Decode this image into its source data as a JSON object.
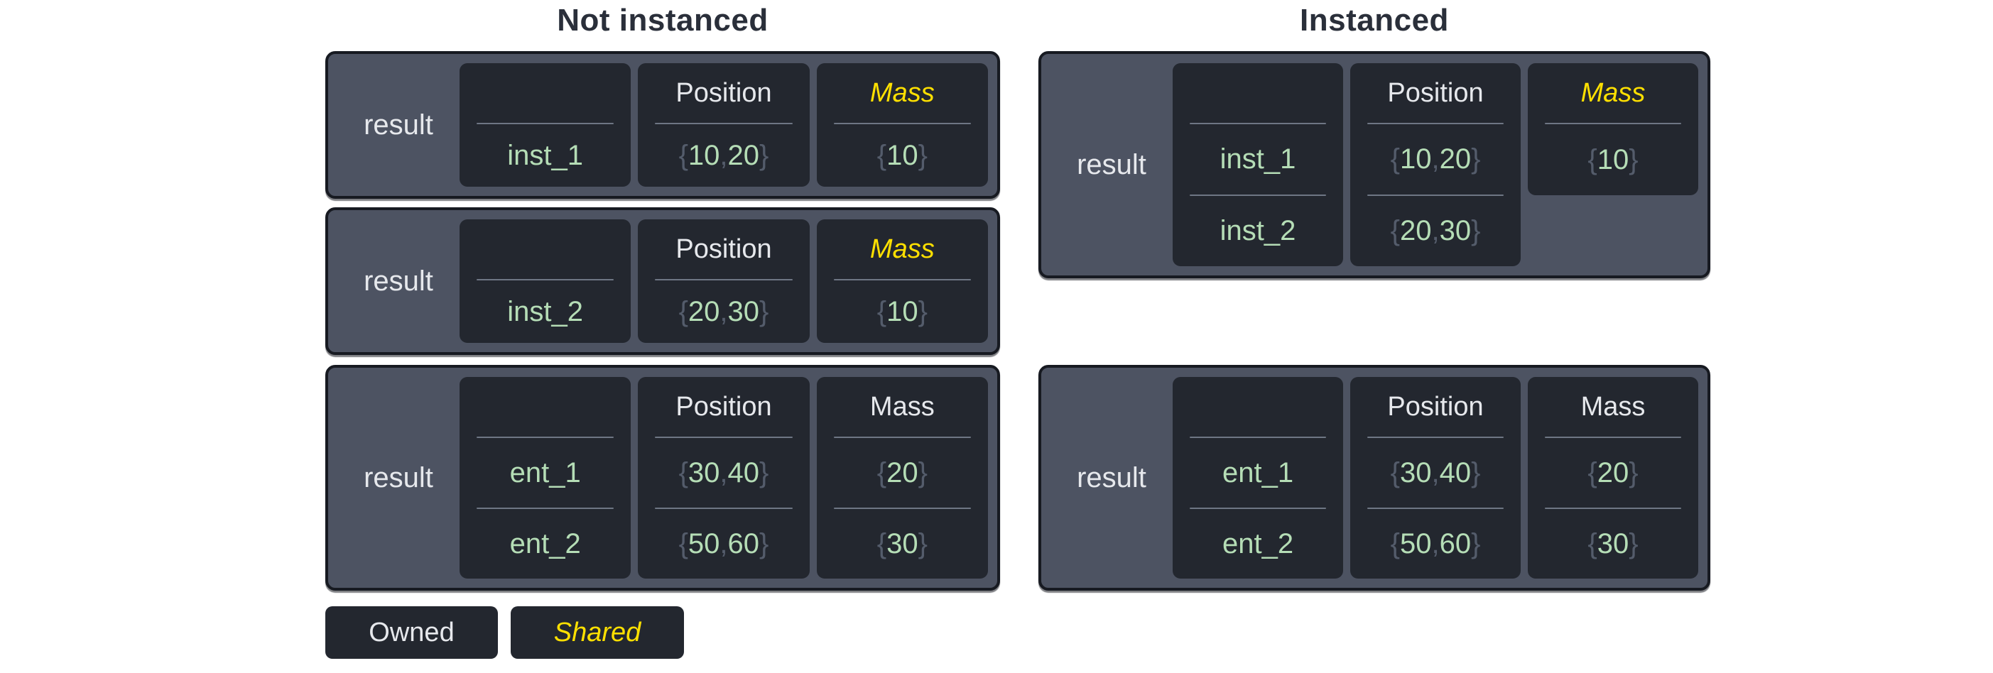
{
  "colors": {
    "page_bg": "#ffffff",
    "title_text": "#2a2f3a",
    "table_fill": "#4d5362",
    "table_border": "#171a21",
    "cell_bg": "#23272f",
    "header_text": "#e6e8ec",
    "shared_yellow": "#ffe000",
    "value_green": "#b5ddb6",
    "punct_gray": "#545c6b",
    "divider": "#6e7684"
  },
  "sections": [
    {
      "title": "Not instanced",
      "tables": [
        {
          "row_label": "result",
          "columns": [
            {
              "header": "",
              "shared": false,
              "values": [
                "inst_1"
              ]
            },
            {
              "header": "Position",
              "shared": false,
              "values": [
                "{10, 20}"
              ]
            },
            {
              "header": "Mass",
              "shared": true,
              "values": [
                "{10}"
              ]
            }
          ]
        },
        {
          "row_label": "result",
          "columns": [
            {
              "header": "",
              "shared": false,
              "values": [
                "inst_2"
              ]
            },
            {
              "header": "Position",
              "shared": false,
              "values": [
                "{20, 30}"
              ]
            },
            {
              "header": "Mass",
              "shared": true,
              "values": [
                "{10}"
              ]
            }
          ]
        },
        {
          "row_label": "result",
          "columns": [
            {
              "header": "",
              "shared": false,
              "values": [
                "ent_1",
                "ent_2"
              ]
            },
            {
              "header": "Position",
              "shared": false,
              "values": [
                "{30, 40}",
                "{50, 60}"
              ]
            },
            {
              "header": "Mass",
              "shared": false,
              "values": [
                "{20}",
                "{30}"
              ]
            }
          ]
        }
      ]
    },
    {
      "title": "Instanced",
      "tables": [
        {
          "row_label": "result",
          "columns": [
            {
              "header": "",
              "shared": false,
              "values": [
                "inst_1",
                "inst_2"
              ]
            },
            {
              "header": "Position",
              "shared": false,
              "values": [
                "{10, 20}",
                "{20, 30}"
              ]
            },
            {
              "header": "Mass",
              "shared": true,
              "truncated": true,
              "values": [
                "{10}"
              ]
            }
          ]
        },
        {
          "row_label": "result",
          "columns": [
            {
              "header": "",
              "shared": false,
              "values": [
                "ent_1",
                "ent_2"
              ]
            },
            {
              "header": "Position",
              "shared": false,
              "values": [
                "{30, 40}",
                "{50, 60}"
              ]
            },
            {
              "header": "Mass",
              "shared": false,
              "values": [
                "{20}",
                "{30}"
              ]
            }
          ]
        }
      ]
    }
  ],
  "legend": {
    "owned_label": "Owned",
    "shared_label": "Shared"
  }
}
